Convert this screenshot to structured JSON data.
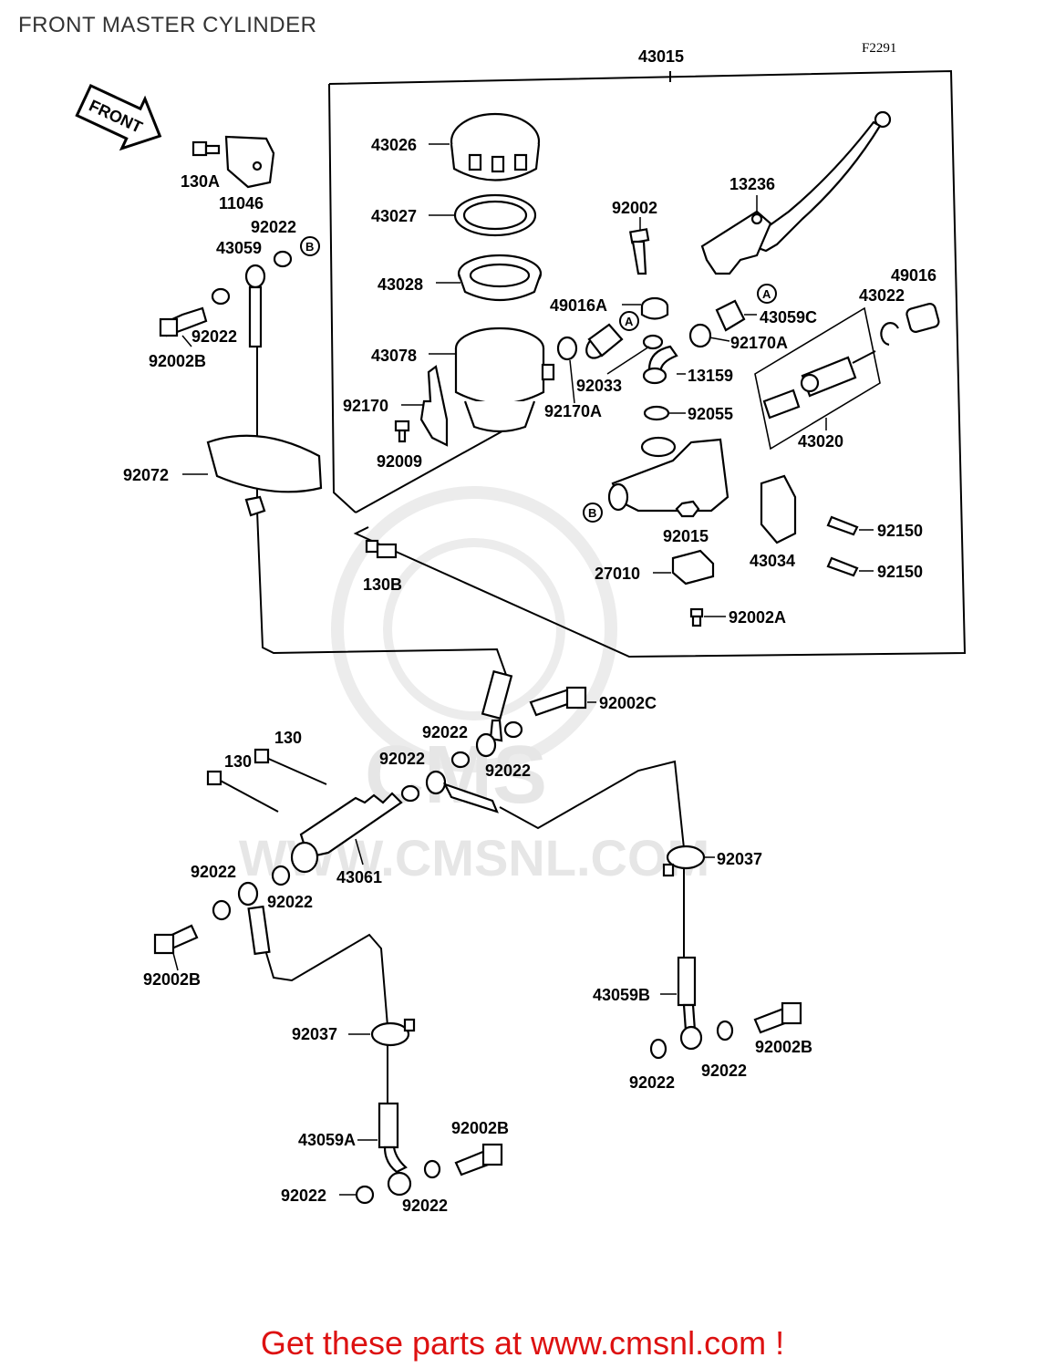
{
  "page": {
    "title": "FRONT MASTER CYLINDER",
    "figure_code": "F2291",
    "footer": "Get these parts at www.cmsnl.com !",
    "watermark_text": "WWW.CMSNL.COM",
    "front_arrow_label": "FRONT"
  },
  "colors": {
    "footer": "#dd1111",
    "title": "#333333",
    "lines": "#000000",
    "watermark": "#e6e6e6"
  },
  "callouts": {
    "A": "A",
    "B": "B"
  },
  "labels": {
    "l43015": "43015",
    "l43026": "43026",
    "l43027": "43027",
    "l43028": "43028",
    "l43078": "43078",
    "l92170": "92170",
    "l92009": "92009",
    "l130A": "130A",
    "l11046": "11046",
    "l92022_top": "92022",
    "l43059": "43059",
    "l92022_b": "92022",
    "l92002B_top": "92002B",
    "l92072": "92072",
    "l130B": "130B",
    "l92002": "92002",
    "l13236": "13236",
    "l49016A": "49016A",
    "l92033": "92033",
    "l92170A_l": "92170A",
    "l13159": "13159",
    "l92055": "92055",
    "l92170A_r": "92170A",
    "l43059C": "43059C",
    "l49016": "49016",
    "l43022": "43022",
    "l43020": "43020",
    "l92015": "92015",
    "l43034": "43034",
    "l92150_a": "92150",
    "l92150_b": "92150",
    "l27010": "27010",
    "l92002A": "92002A",
    "l92002C": "92002C",
    "l92022_m1": "92022",
    "l92022_m2": "92022",
    "l92022_m3": "92022",
    "l130_a": "130",
    "l130_b": "130",
    "l43061": "43061",
    "l92022_l1": "92022",
    "l92022_l2": "92022",
    "l92002B_l": "92002B",
    "l92037_r": "92037",
    "l92037_l": "92037",
    "l43059B": "43059B",
    "l92002B_r": "92002B",
    "l92022_r1": "92022",
    "l92022_r2": "92022",
    "l43059A": "43059A",
    "l92002B_b": "92002B",
    "l92022_b1": "92022",
    "l92022_b2": "92022"
  }
}
